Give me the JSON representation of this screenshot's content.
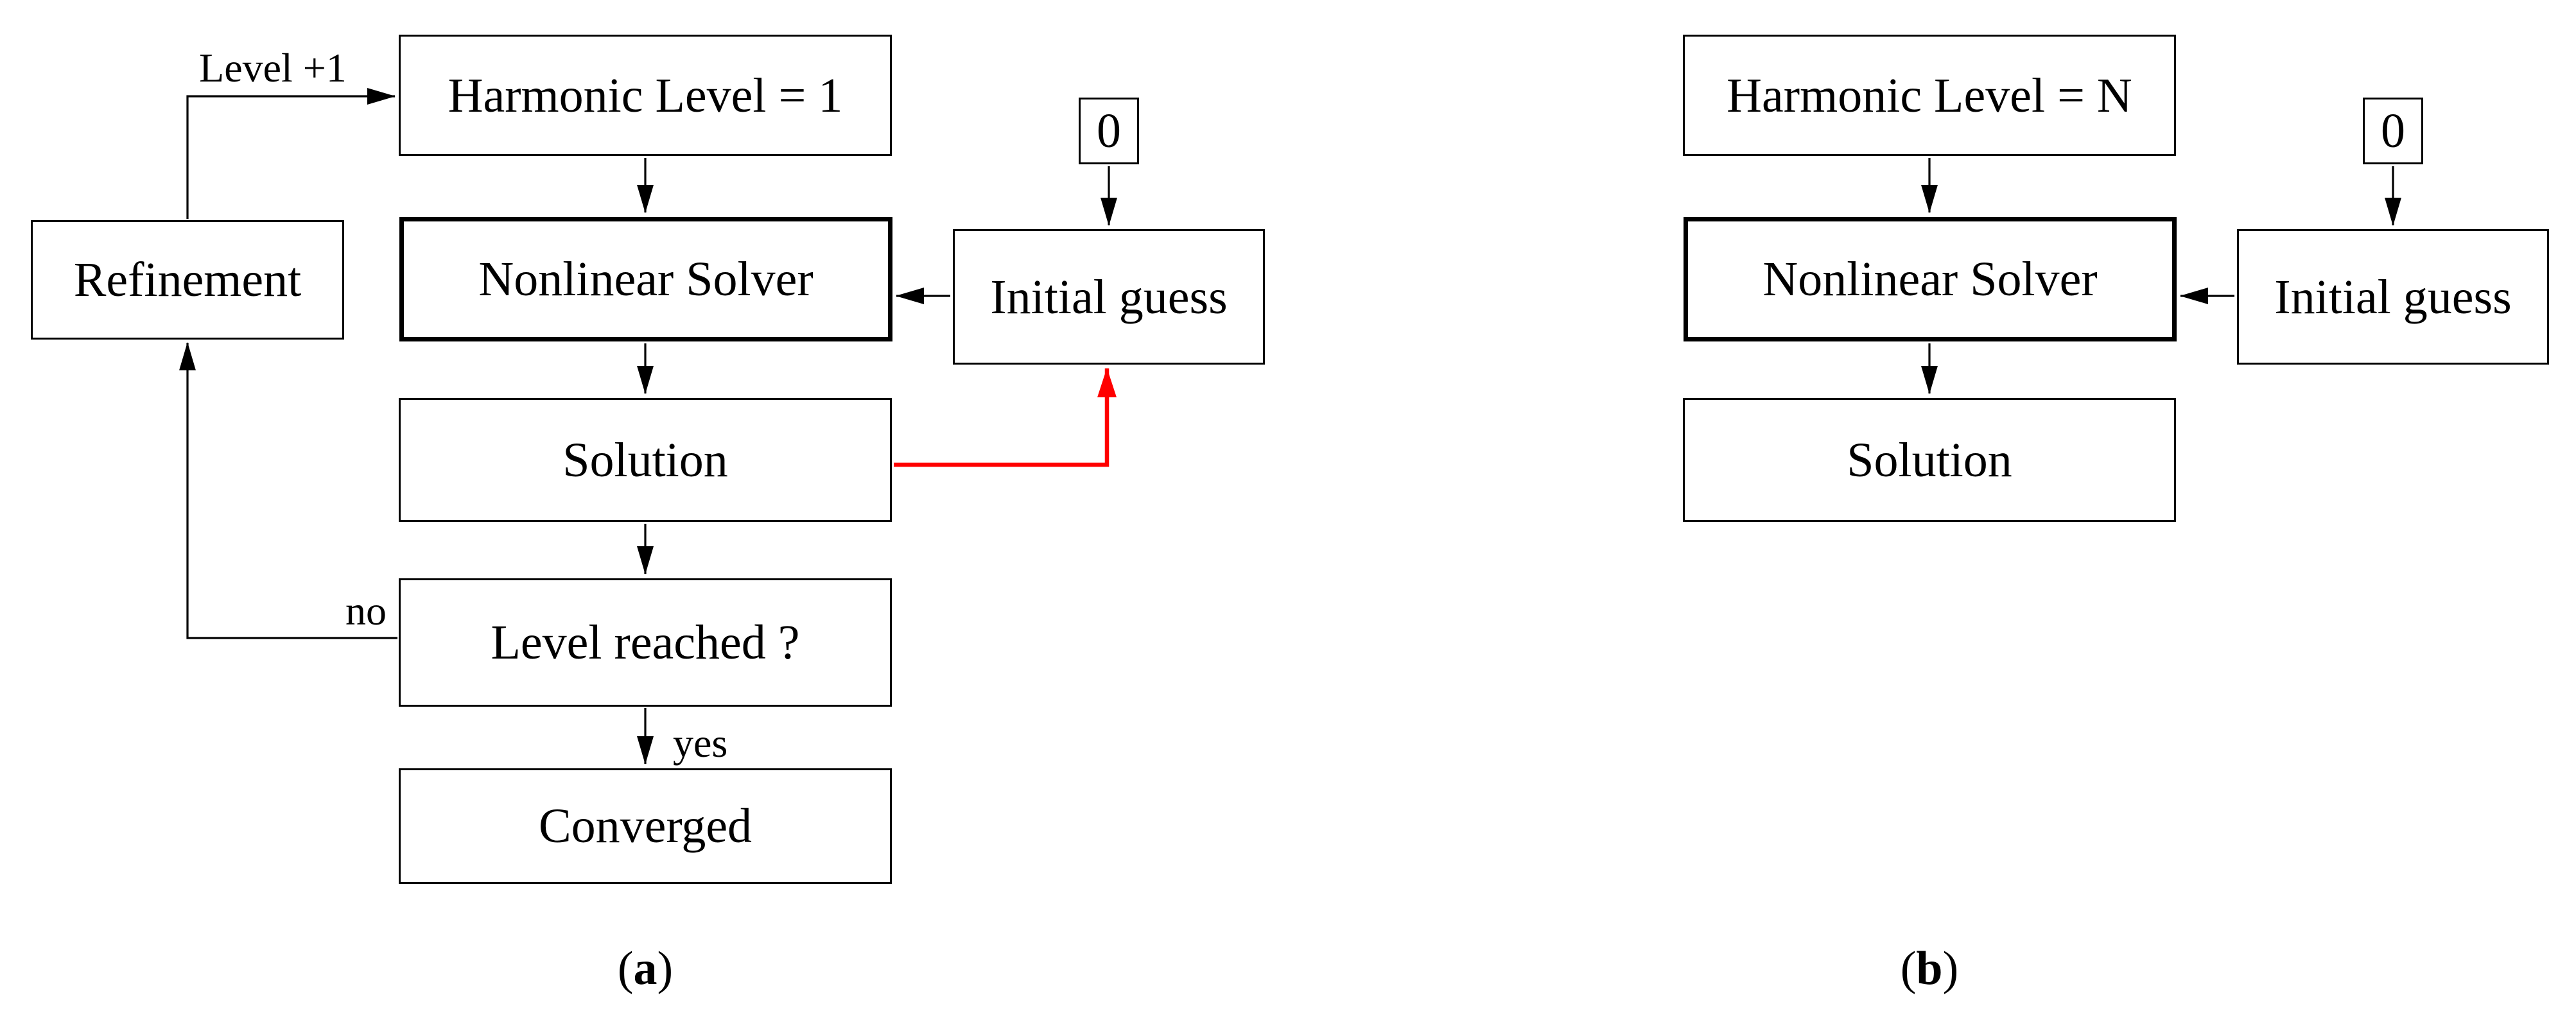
{
  "colors": {
    "ink": "#000000",
    "accent_red": "#ff0000",
    "background": "#ffffff"
  },
  "diagram_a": {
    "nodes": {
      "harmonic": "Harmonic Level = 1",
      "refinement": "Refinement",
      "solver": "Nonlinear Solver",
      "zero": "0",
      "initial_guess": "Initial guess",
      "solution": "Solution",
      "level_reached": "Level reached ?",
      "converged": "Converged"
    },
    "edge_labels": {
      "increment": "Level +1",
      "no": "no",
      "yes": "yes"
    },
    "caption_open": "(",
    "caption_letter": "a",
    "caption_close": ")"
  },
  "diagram_b": {
    "nodes": {
      "harmonic": "Harmonic Level = N",
      "solver": "Nonlinear Solver",
      "zero": "0",
      "initial_guess": "Initial guess",
      "solution": "Solution"
    },
    "caption_open": "(",
    "caption_letter": "b",
    "caption_close": ")"
  }
}
